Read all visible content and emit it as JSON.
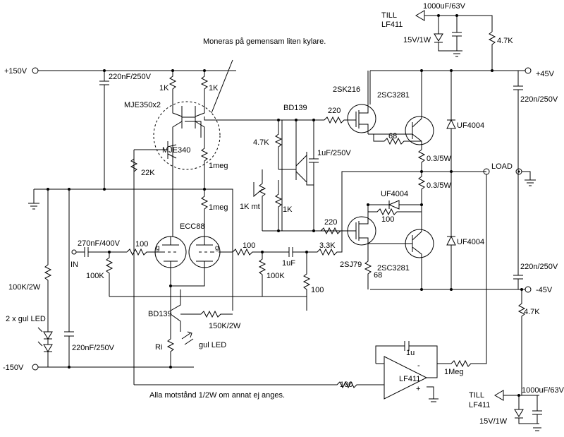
{
  "supply": {
    "pos150": "+150V",
    "neg150": "-150V",
    "pos45": "+45V",
    "neg45": "-45V",
    "load": "LOAD"
  },
  "notes": {
    "cooler": "Moneras på gemensam liten kylare.",
    "resistors": "Alla motstånd 1/2W om annat ej anges."
  },
  "regulators": {
    "top_to": "TILL",
    "top_chip": "LF411",
    "top_cap": "1000uF/63V",
    "top_zener": "15V/1W",
    "top_res": "4.7K",
    "bottom_to": "TILL",
    "bottom_chip": "LF411",
    "bottom_cap": "1000uF/63V",
    "bottom_zener": "15V/1W",
    "bottom_res": "4.7K"
  },
  "tubes": {
    "name": "ECC88",
    "grid_mark": "g"
  },
  "transistors": {
    "mje350": "MJE350x2",
    "mje340": "MJE340",
    "bd139_top": "BD139",
    "bd139_bottom": "BD139",
    "mosfet_n": "2SK216",
    "mosfet_p": "2SJ79",
    "npn_top": "2SC3281",
    "npn_bottom": "2SC3281"
  },
  "resistors": {
    "r1k_a": "1K",
    "r1k_b": "1K",
    "r22k": "22K",
    "r1meg_a": "1meg",
    "r1meg_b": "1meg",
    "r47k": "4.7K",
    "r1kmt": "1K mt",
    "r1k_c": "1K",
    "r220_a": "220",
    "r220_b": "220",
    "r68_a": "68",
    "r68_b": "68",
    "r03_a": "0.3/5W",
    "r03_b": "0.3/5W",
    "r100_bias": "100",
    "r100_grid": "100",
    "r100_grid2": "100",
    "r100k_a": "100K",
    "r100k_b": "100K",
    "r33k": "3.3K",
    "r100_fb": "100",
    "r100k2w": "100K/2W",
    "r150k2w": "150K/2W",
    "ri": "Ri",
    "r1meg_servo": "1Meg",
    "r100_servo": "100"
  },
  "capacitors": {
    "c220nf_top": "220nF/250V",
    "c220nf_bot": "220nF/250V",
    "c220n_pos": "220n/250V",
    "c220n_neg": "220n/250V",
    "c1uf250": "1uF/250V",
    "cin": "270nF/400V",
    "c1uf": "1uF",
    "c1u": "1u"
  },
  "diodes": {
    "uf_top": "UF4004",
    "uf_mid": "UF4004",
    "uf_bot": "UF4004"
  },
  "leds": {
    "yellow2": "2 x gul LED",
    "yellow1": "gul LED"
  },
  "opamp": {
    "name": "LF411",
    "minus": "-",
    "plus": "+"
  },
  "input": {
    "label": "IN"
  }
}
